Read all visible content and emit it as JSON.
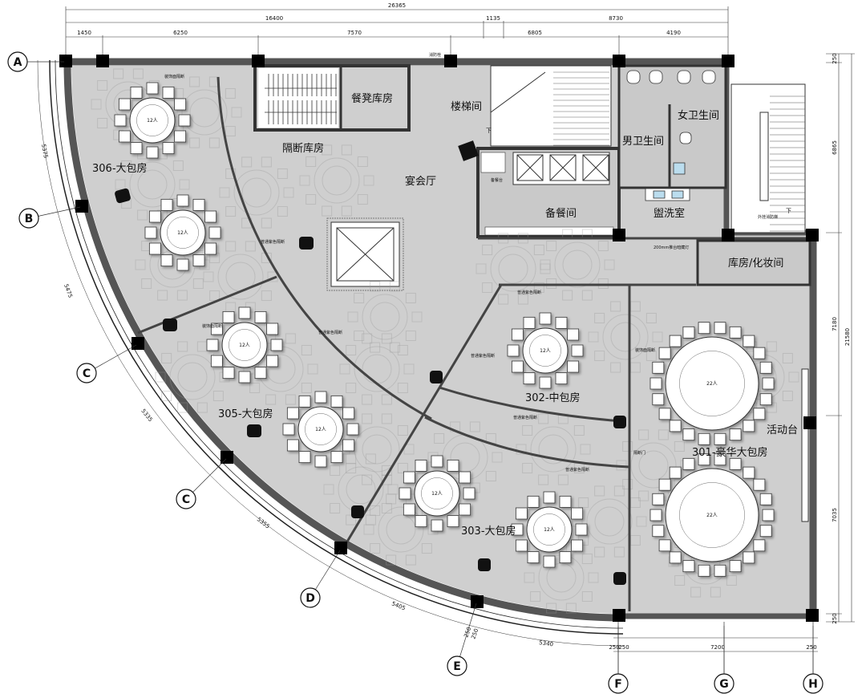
{
  "colors": {
    "floor": "#cfcfcf",
    "wall": "#444444",
    "column": "#000000",
    "white": "#ffffff"
  },
  "rooms": {
    "r306": "306-大包房",
    "r305": "305-大包房",
    "r302": "302-中包房",
    "r303": "303-大包房",
    "r301": "301-豪华大包房",
    "stage": "活动台",
    "banquet": "宴会厅",
    "partition_store": "隔断库房",
    "stool_store": "餐凳库房",
    "stair": "楼梯间",
    "men_wc": "男卫生间",
    "women_wc": "女卫生间",
    "pantry": "备餐间",
    "washroom": "盥洗室",
    "store_dressing": "库房/化妆间"
  },
  "notes": {
    "hydrant": "消防栓",
    "serving_counter": "备餐台",
    "hidden_light": "200mm推台暗藏灯",
    "ext_fire_stair": "外挂消防梯",
    "down1": "下",
    "down2": "下",
    "partition_a": "普通紫色隔断",
    "partition_b": "普通紫色隔断",
    "partition_c": "普通紫色隔断",
    "partition_d": "普通紫色隔断",
    "partition_e": "普通紫色隔断",
    "partition_f": "普通紫色隔断",
    "deco_a": "装饰面隔断",
    "deco_b": "装饰面隔断",
    "deco_c": "装饰面隔断",
    "partition_door": "隔断门"
  },
  "tables": {
    "twelve": "12人",
    "twentytwo": "22人"
  },
  "axes": {
    "A": "A",
    "B": "B",
    "C1": "C",
    "C2": "C",
    "D": "D",
    "E": "E",
    "F": "F",
    "G": "G",
    "H": "H"
  },
  "dimensions": {
    "top_total": "26365",
    "top_mid": [
      "16400",
      "1135",
      "8730"
    ],
    "top_low": [
      "1450",
      "6250",
      "7570",
      "6805",
      "4190"
    ],
    "right": [
      "250",
      "6865",
      "7180",
      "7035",
      "250"
    ],
    "right_total": "21580",
    "arc": [
      "5375",
      "5475",
      "5335",
      "5355",
      "5405",
      "5340"
    ],
    "bottom": [
      "250",
      "250",
      "7200",
      "250"
    ],
    "axis_offsets": [
      "250",
      "250"
    ]
  }
}
